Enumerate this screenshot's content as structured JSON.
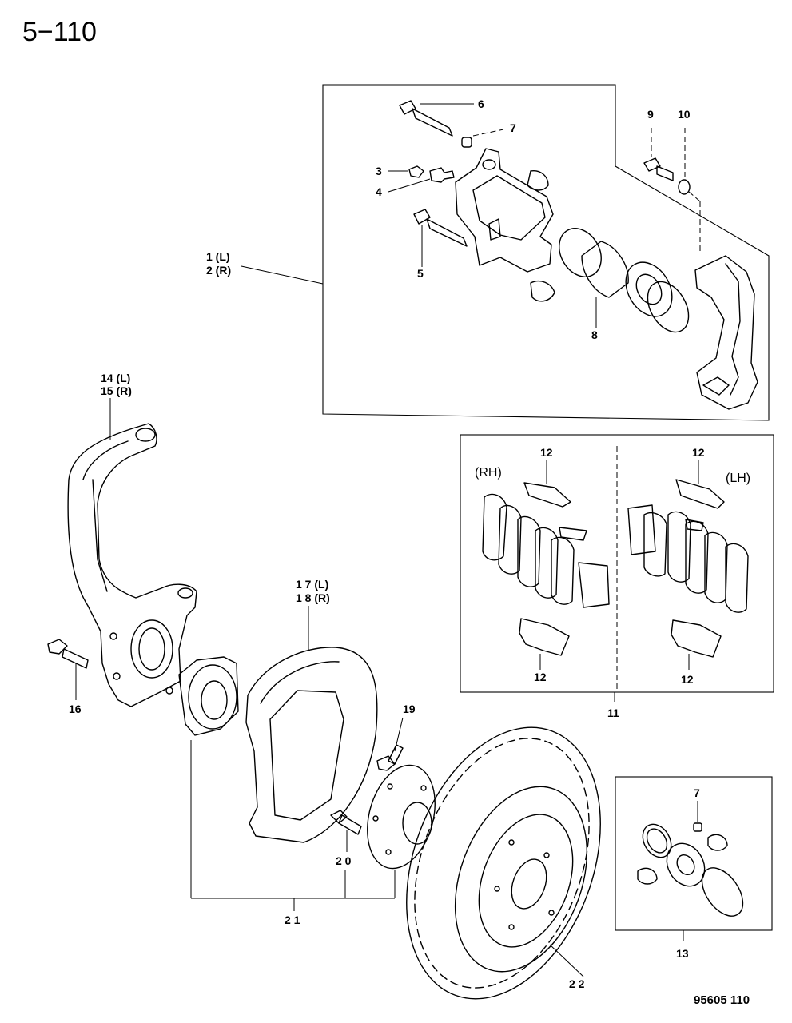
{
  "page_number": "5−110",
  "drawing_number": "95605 110",
  "side_labels": {
    "rh": "(RH)",
    "lh": "(LH)"
  },
  "callouts": {
    "c1": "1 (L)",
    "c2": "2 (R)",
    "c3": "3",
    "c4": "4",
    "c5": "5",
    "c6": "6",
    "c7a": "7",
    "c7b": "7",
    "c8": "8",
    "c9": "9",
    "c10": "10",
    "c11": "11",
    "c12a": "12",
    "c12b": "12",
    "c12c": "12",
    "c12d": "12",
    "c13": "13",
    "c14": "14 (L)",
    "c15": "15 (R)",
    "c16": "16",
    "c17": "1 7 (L)",
    "c18": "1 8 (R)",
    "c19": "19",
    "c20": "2 0",
    "c21": "2 1",
    "c22": "2 2"
  }
}
